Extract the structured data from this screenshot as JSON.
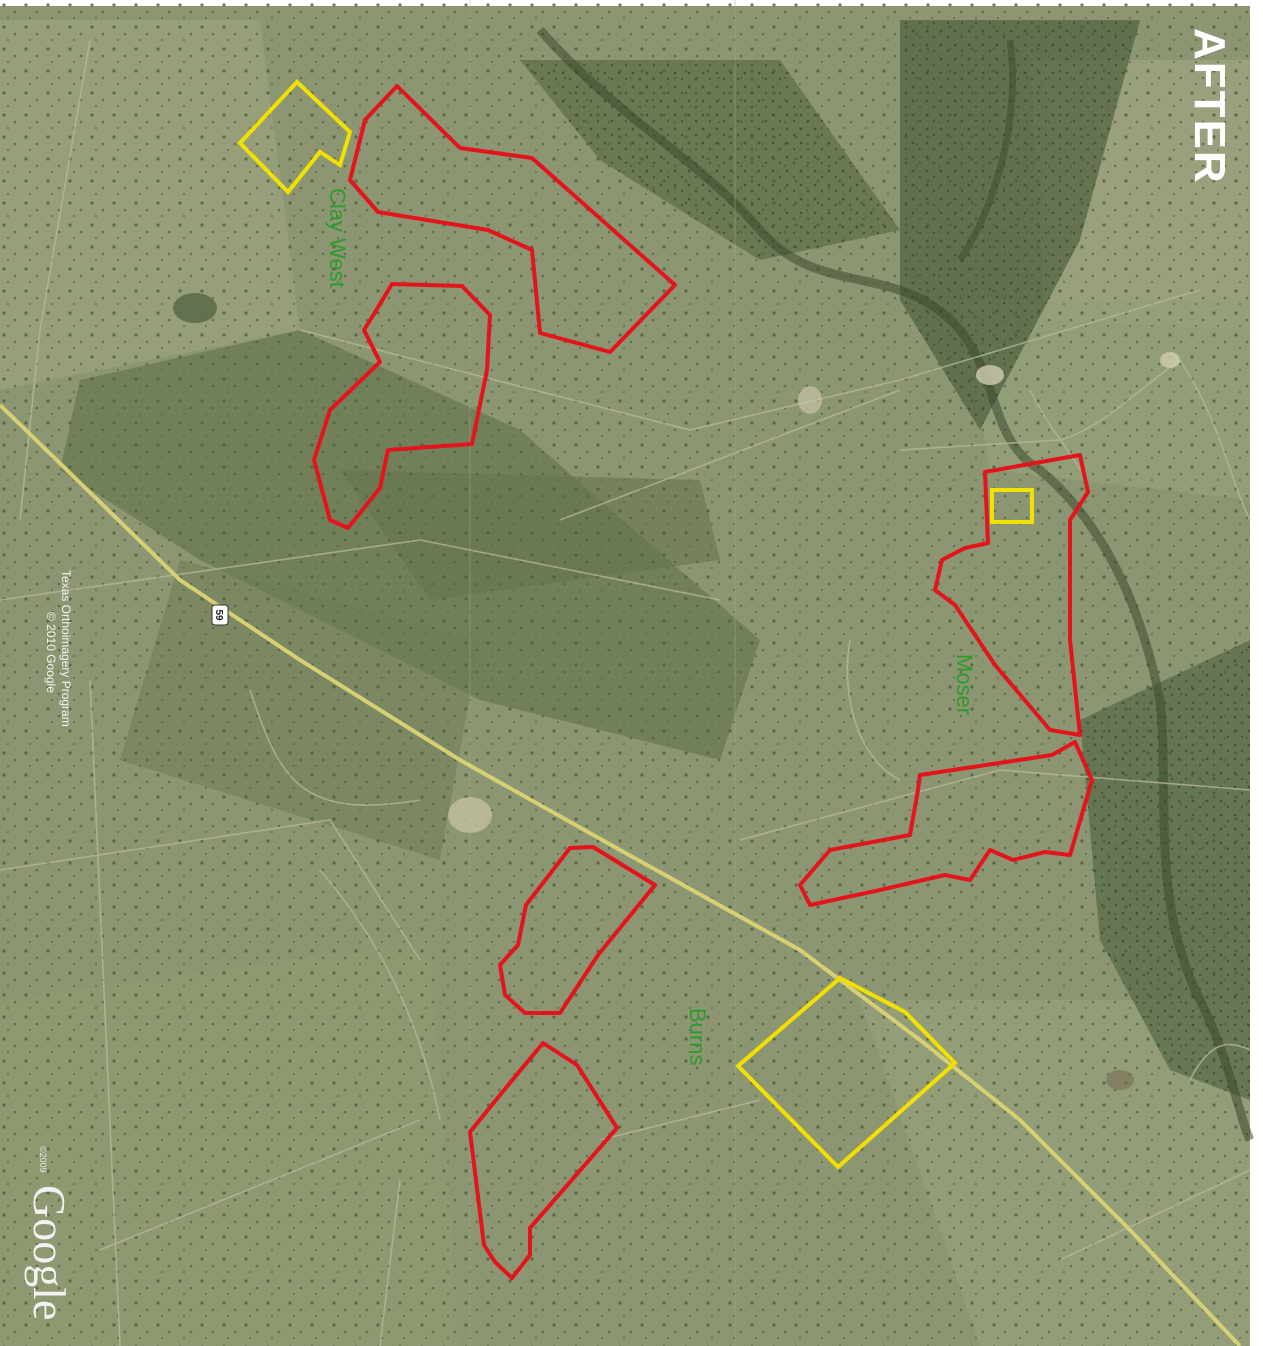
{
  "header": {
    "title": "AFTER"
  },
  "labels": {
    "clay_west": "Clay West",
    "moser": "Moser",
    "burns": "Burns"
  },
  "road": {
    "shield": "59"
  },
  "attribution": {
    "line1": "Texas Orthoimagery Program",
    "line2": "© 2010 Google",
    "year": "©2009",
    "brand": "Google"
  },
  "colors": {
    "terrain": "#8b9470",
    "vegetation": "#5b6b47",
    "road": "#d9d37a",
    "polygon_red": "#e3141c",
    "polygon_yellow": "#f2e000",
    "label_green": "#2e9b2e"
  }
}
